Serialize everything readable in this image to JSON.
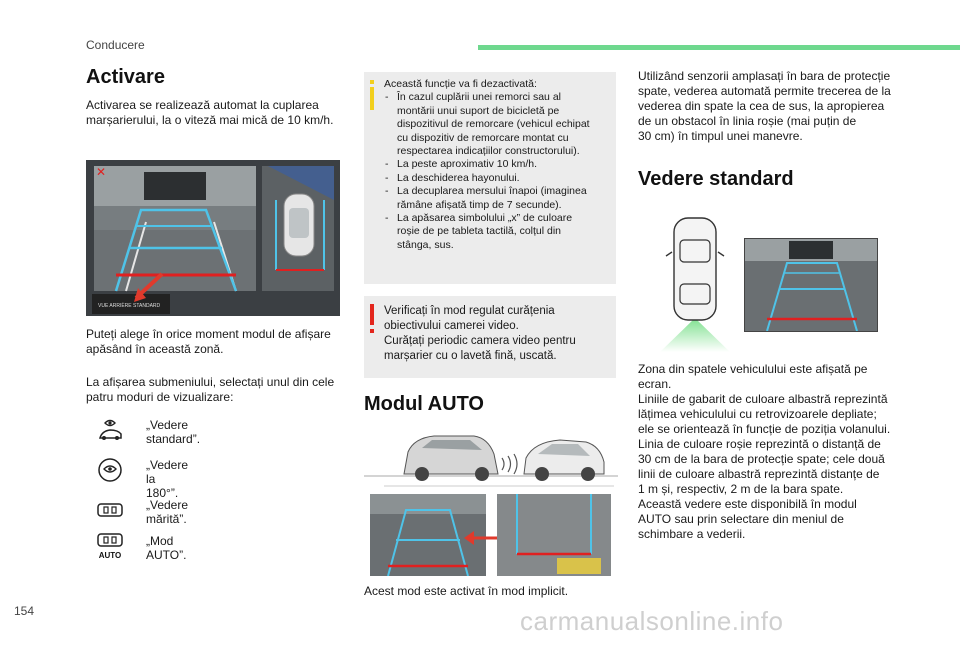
{
  "header": {
    "section": "Conducere"
  },
  "footer": {
    "page_number": "154",
    "watermark": "carmanualsonline.info"
  },
  "col1": {
    "title": "Activare",
    "intro": [
      "Activarea se realizează automat la cuplarea",
      "marșarierului, la o viteză mai mică de 10 km/h."
    ],
    "screen_caption": "VUE ARRIÈRE STANDARD",
    "select_text": [
      "Puteți alege în orice moment modul de afișare",
      "apăsând în această zonă."
    ],
    "submenu_text": [
      "La afișarea submeniului, selectați unul din cele",
      "patru moduri de vizualizare:"
    ],
    "modes": [
      {
        "icon": "standard-view-icon",
        "label": "„Vedere standard”."
      },
      {
        "icon": "180-view-icon",
        "label": "„Vedere la 180°”."
      },
      {
        "icon": "zoom-view-icon",
        "label": "„Vedere mărită”."
      },
      {
        "icon": "auto-mode-icon",
        "label": "„Mod AUTO”.",
        "icon_text": "AUTO"
      }
    ]
  },
  "col2": {
    "info_intro": "Această funcție va fi dezactivată:",
    "info_items": [
      [
        "În cazul cuplării unei remorci sau al",
        "montării unui suport de bicicletă pe",
        "dispozitivul de remorcare (vehicul echipat",
        "cu dispozitiv de remorcare montat cu",
        "respectarea indicațiilor constructorului)."
      ],
      [
        "La peste aproximativ 10 km/h."
      ],
      [
        "La deschiderea hayonului."
      ],
      [
        "La decuplarea mersului înapoi (imaginea",
        "rămâne afișată timp de 7 secunde)."
      ],
      [
        "La apăsarea simbolului „x” de culoare",
        "roșie de pe tableta tactilă, colțul din",
        "stânga, sus."
      ]
    ],
    "warning_text": [
      "Verificați în mod regulat curățenia",
      "obiectivului camerei video.",
      "Curățați periodic camera video pentru",
      "marșarier cu o lavetă fină, uscată."
    ],
    "auto_title": "Modul AUTO",
    "auto_caption": "Acest mod este activat în mod implicit."
  },
  "col3": {
    "intro": [
      "Utilizând senzorii amplasați în bara de protecție",
      "spate, vederea automată permite trecerea de la",
      "vederea din spate la cea de sus, la apropierea",
      "de un obstacol în linia roșie (mai puțin de",
      "30 cm) în timpul unei manevre."
    ],
    "standard_title": "Vedere standard",
    "desc": [
      "Zona din spatele vehiculului este afișată pe",
      "ecran.",
      "Liniile de gabarit de culoare albastră reprezintă",
      "lățimea vehiculului cu retrovizoarele depliate;",
      "ele se orientează în funcție de poziția volanului.",
      "Linia de culoare roșie reprezintă o distanță de",
      "30 cm de la bara de protecție spate; cele două",
      "linii de culoare albastră reprezintă distanțe de",
      "1 m și, respectiv, 2 m de la bara spate.",
      "Această vedere este disponibilă în modul",
      "AUTO sau prin selectare din meniul de",
      "schimbare a vederii."
    ]
  },
  "colors": {
    "accent_green": "#6ed88e",
    "info_yellow": "#f2cf1d",
    "warning_red": "#e3261d",
    "guide_blue": "#4fc3e8",
    "guide_red": "#e02020"
  }
}
